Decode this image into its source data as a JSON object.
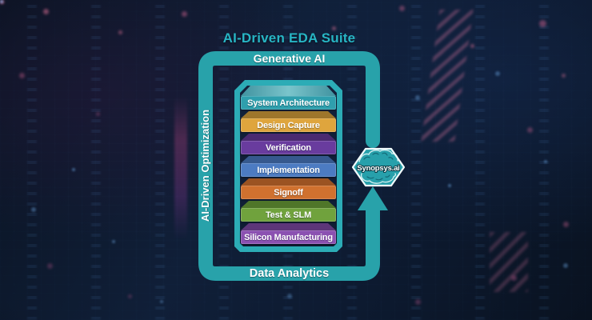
{
  "diagram": {
    "title": "AI-Driven EDA Suite",
    "top_label": "Generative AI",
    "left_label": "AI-Driven Optimization",
    "bottom_label": "Data Analytics",
    "frame_color": "#28a2aa",
    "title_color": "#27b5c4",
    "container_border_color": "#2cacb6",
    "container_fill_color": "#111f38"
  },
  "stack": {
    "items": [
      {
        "label": "System Architecture",
        "color": "#2f9fad",
        "top_color": "#55b4bd"
      },
      {
        "label": "Design Capture",
        "color": "#dfa53d",
        "top_color": "#9e762b"
      },
      {
        "label": "Verification",
        "color": "#693c9e",
        "top_color": "#4a2a70"
      },
      {
        "label": "Implementation",
        "color": "#4c7bc2",
        "top_color": "#36598e"
      },
      {
        "label": "Signoff",
        "color": "#d0712f",
        "top_color": "#9b5322"
      },
      {
        "label": "Test & SLM",
        "color": "#70a23d",
        "top_color": "#4f7629"
      },
      {
        "label": "Silicon Manufacturing",
        "color": "#8b51b1",
        "top_color": "#5d3679"
      }
    ]
  },
  "badge": {
    "label": "Synopsys.ai",
    "shape": "hexagon",
    "fill_color": "#27a0ab",
    "border_color": "#f2fbfc",
    "icon": "brain-icon"
  },
  "background": {
    "base_color": "#0c1626",
    "accent_pink": "#c2507e",
    "accent_blue": "#2a4f7d"
  }
}
